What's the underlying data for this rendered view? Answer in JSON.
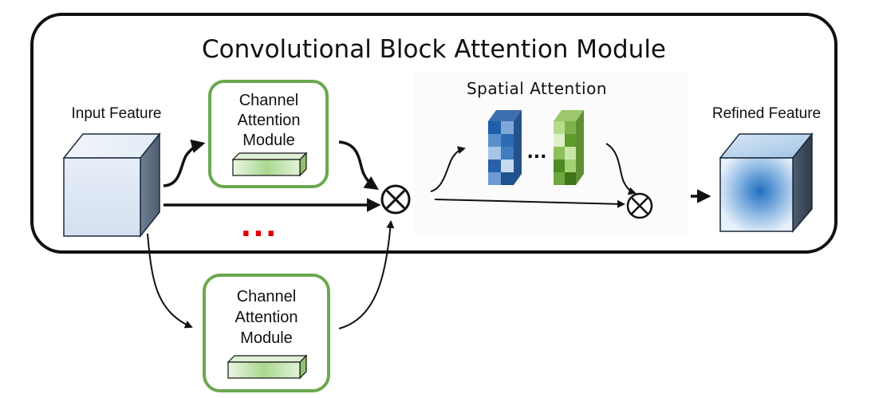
{
  "title": "Convolutional Block Attention Module",
  "input_label": "Input Feature",
  "refined_label": "Refined Feature",
  "spatial_label": "Spatial Attention",
  "channel_module_top": {
    "line1": "Channel",
    "line2": "Attention",
    "line3": "Module"
  },
  "channel_module_bottom": {
    "line1": "Channel",
    "line2": "Attention",
    "line3": "Module"
  },
  "ellipsis_mid": "...",
  "ellipsis_red": "...",
  "colors": {
    "module_border": "#6aa84f",
    "outer_border": "#111111",
    "ellipsis_red": "#e00000"
  },
  "icons": {
    "multiply": "circled-times",
    "cube": "cube"
  }
}
